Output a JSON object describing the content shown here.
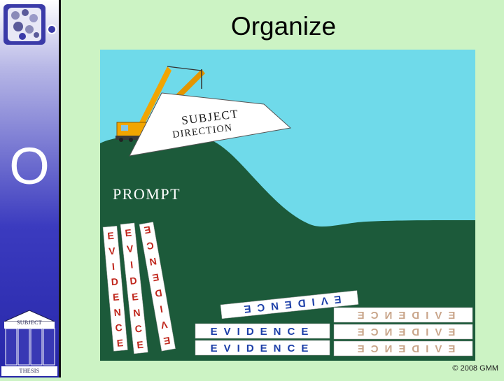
{
  "slide": {
    "title": "Organize",
    "section_letter": "O",
    "copyright": "© 2008 GMM"
  },
  "sidebar": {
    "mini_top_label": "SUBJECT",
    "mini_bottom_label": "THESIS"
  },
  "illustration": {
    "crane_load_line1": "SUBJECT",
    "crane_load_line2": "DIRECTION",
    "mountain_label": "PROMPT",
    "evidence_word": "EVIDENCE",
    "colors": {
      "sky": "#6fdaea",
      "mountain": "#1c5a3a",
      "crane": "#f2a500",
      "board": "#ffffff",
      "letters_red": "#c0261c",
      "letters_blue": "#1c3fa8",
      "letters_tan": "#c9a58a"
    }
  }
}
